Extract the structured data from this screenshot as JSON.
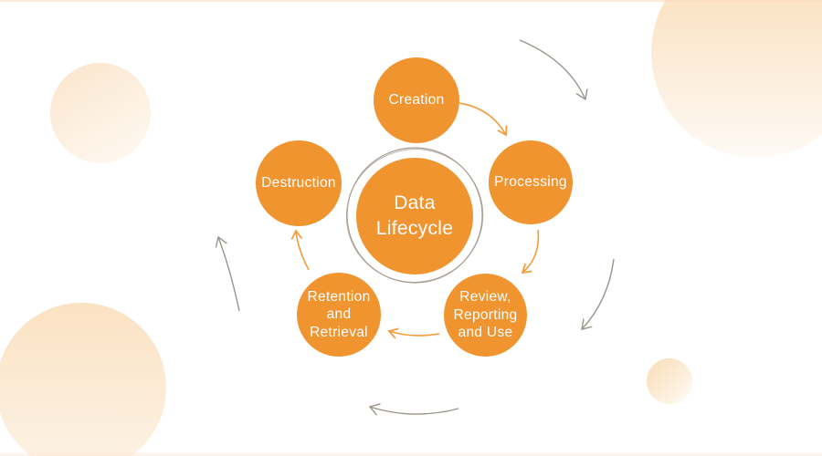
{
  "diagram": {
    "center": {
      "label": "Data\nLifecycle"
    },
    "nodes": [
      {
        "id": "creation",
        "label": "Creation"
      },
      {
        "id": "processing",
        "label": "Processing"
      },
      {
        "id": "review-reporting-use",
        "label": "Review,\nReporting\nand Use"
      },
      {
        "id": "retention-retrieval",
        "label": "Retention\nand\nRetrieval"
      },
      {
        "id": "destruction",
        "label": "Destruction"
      }
    ],
    "arrows": {
      "inner": [
        {
          "from": "Creation",
          "to": "Processing"
        },
        {
          "from": "Processing",
          "to": "Review, Reporting and Use"
        },
        {
          "from": "Review, Reporting and Use",
          "to": "Retention and Retrieval"
        },
        {
          "from": "Retention and Retrieval",
          "to": "Destruction"
        }
      ],
      "outer_direction": "clockwise"
    }
  },
  "colors": {
    "node_fill": "#F0942F",
    "arrow_orange": "#F39B38",
    "sketch_gray": "#9C948B",
    "ring_gray": "#A89E92",
    "label_text": "#FEFEFE",
    "background": "#FFFFFF",
    "decor_peach": "#FBDFBC"
  }
}
